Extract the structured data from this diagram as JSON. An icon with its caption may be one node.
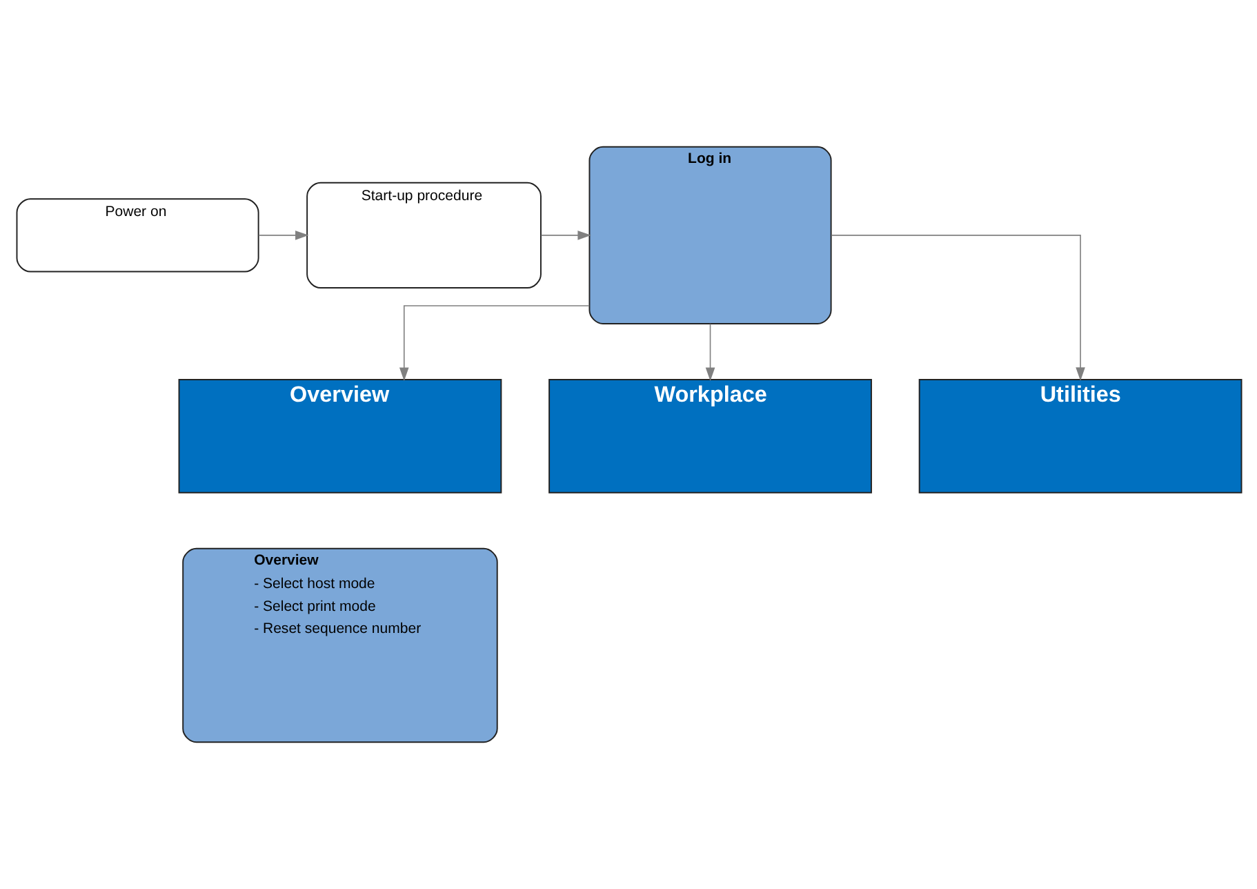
{
  "diagram": {
    "nodes": [
      {
        "text": [
          "Power on"
        ]
      },
      {
        "text": [
          "Start-up procedure"
        ]
      },
      {
        "text": [
          "Log in"
        ]
      },
      {
        "text": [
          "Overview"
        ]
      },
      {
        "text": [
          "Workplace"
        ]
      },
      {
        "text": [
          "Utilities"
        ]
      },
      {
        "text": [
          "Overview",
          "- Select host mode",
          "- Select print mode",
          "- Reset sequence number"
        ]
      }
    ],
    "edges": [
      {
        "from": 0,
        "to": 1,
        "arrow": "to"
      },
      {
        "from": 1,
        "to": 2,
        "arrow": "to"
      },
      {
        "from": 2,
        "to": 3,
        "arrow": "to"
      },
      {
        "from": 2,
        "to": 4,
        "arrow": "to"
      },
      {
        "from": 2,
        "to": 5,
        "arrow": "to"
      }
    ]
  }
}
